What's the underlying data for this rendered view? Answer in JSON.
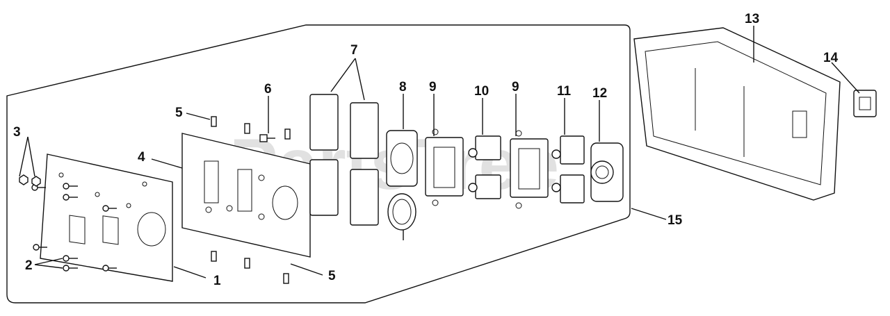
{
  "watermark": "PartsTree",
  "callouts": [
    {
      "id": "c1",
      "text": "1"
    },
    {
      "id": "c2",
      "text": "2"
    },
    {
      "id": "c3",
      "text": "3"
    },
    {
      "id": "c4",
      "text": "4"
    },
    {
      "id": "c5a",
      "text": "5"
    },
    {
      "id": "c5b",
      "text": "5"
    },
    {
      "id": "c6",
      "text": "6"
    },
    {
      "id": "c7",
      "text": "7"
    },
    {
      "id": "c8",
      "text": "8"
    },
    {
      "id": "c9a",
      "text": "9"
    },
    {
      "id": "c9b",
      "text": "9"
    },
    {
      "id": "c10",
      "text": "10"
    },
    {
      "id": "c11",
      "text": "11"
    },
    {
      "id": "c12",
      "text": "12"
    },
    {
      "id": "c13",
      "text": "13"
    },
    {
      "id": "c14",
      "text": "14"
    },
    {
      "id": "c15",
      "text": "15"
    }
  ]
}
